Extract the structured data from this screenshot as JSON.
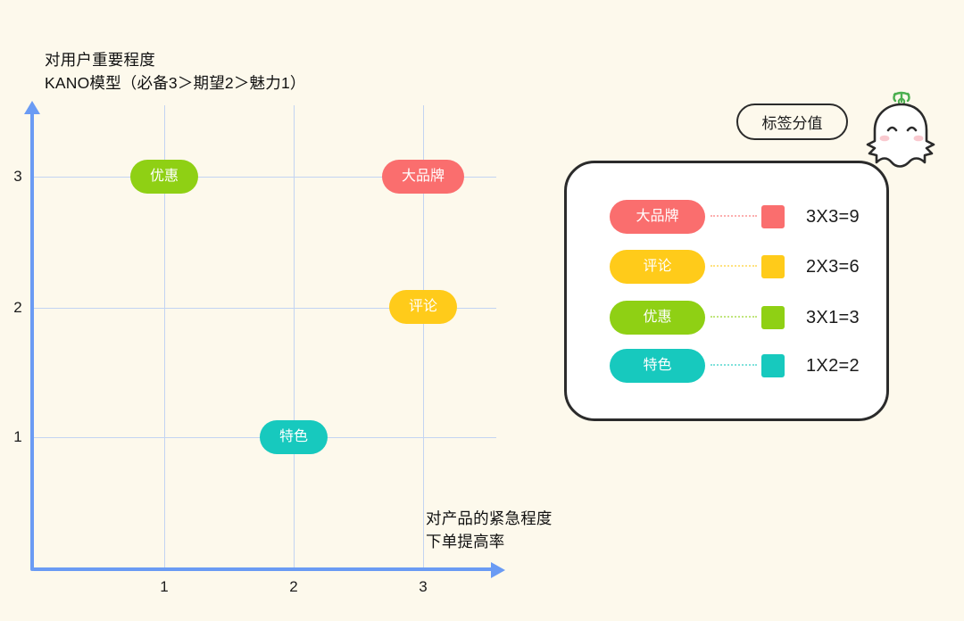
{
  "background_color": "#FDF9EC",
  "axis_color": "#6A9BF4",
  "grid_color": "#C3D4F2",
  "chart": {
    "y_axis_title_lines": [
      "对用户重要程度",
      "KANO模型（必备3＞期望2＞魅力1）"
    ],
    "x_axis_title_lines": [
      "对产品的紧急程度",
      "下单提高率"
    ],
    "y_ticks": [
      "3",
      "2",
      "1"
    ],
    "x_ticks": [
      "1",
      "2",
      "3"
    ]
  },
  "chart_data": {
    "type": "scatter",
    "title": "KANO模型 标签分值",
    "xlabel": "对产品的紧急程度 / 下单提高率",
    "ylabel": "对用户重要程度 / KANO模型（必备3＞期望2＞魅力1）",
    "xlim": [
      0,
      3.5
    ],
    "ylim": [
      0,
      3.5
    ],
    "xticks": [
      1,
      2,
      3
    ],
    "yticks": [
      1,
      2,
      3
    ],
    "grid": true,
    "legend": "right-panel",
    "points": [
      {
        "label": "优惠",
        "x": 1,
        "y": 3,
        "color": "#8FD014",
        "score": 3,
        "formula": "3X1=3"
      },
      {
        "label": "大品牌",
        "x": 3,
        "y": 3,
        "color": "#FA6E6E",
        "score": 9,
        "formula": "3X3=9"
      },
      {
        "label": "评论",
        "x": 3,
        "y": 2,
        "color": "#FFCB1A",
        "score": 6,
        "formula": "2X3=6"
      },
      {
        "label": "特色",
        "x": 2,
        "y": 1,
        "color": "#17C9BE",
        "score": 2,
        "formula": "1X2=2"
      }
    ]
  },
  "badge": {
    "label": "标签分值"
  },
  "legend": {
    "rows": [
      {
        "label": "大品牌",
        "color": "#FA6E6E",
        "score_text": "3X3=9"
      },
      {
        "label": "评论",
        "color": "#FFCB1A",
        "score_text": "2X3=6"
      },
      {
        "label": "优惠",
        "color": "#8FD014",
        "score_text": "3X1=3"
      },
      {
        "label": "特色",
        "color": "#17C9BE",
        "score_text": "1X2=2"
      }
    ]
  },
  "mascot": {
    "name": "sprout-ghost-mascot"
  }
}
